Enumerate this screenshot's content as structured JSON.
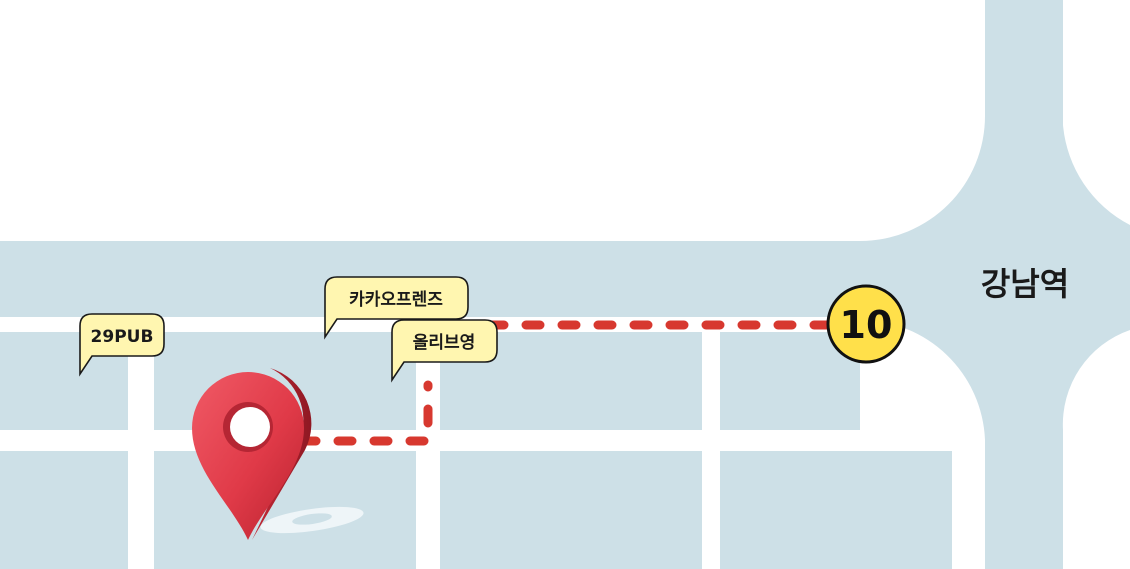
{
  "map": {
    "station": {
      "name": "강남역",
      "exit_number": "10"
    },
    "labels": {
      "pub": "29PUB",
      "kakao": "카카오프렌즈",
      "olive": "올리브영"
    },
    "destination_icon": "map-pin-icon",
    "colors": {
      "block": "#cde0e7",
      "road": "#ffffff",
      "route": "#d7382f",
      "pin": "#e03a48",
      "exit_badge": "#ffe04a",
      "label_bg": "#fff6b0"
    }
  }
}
